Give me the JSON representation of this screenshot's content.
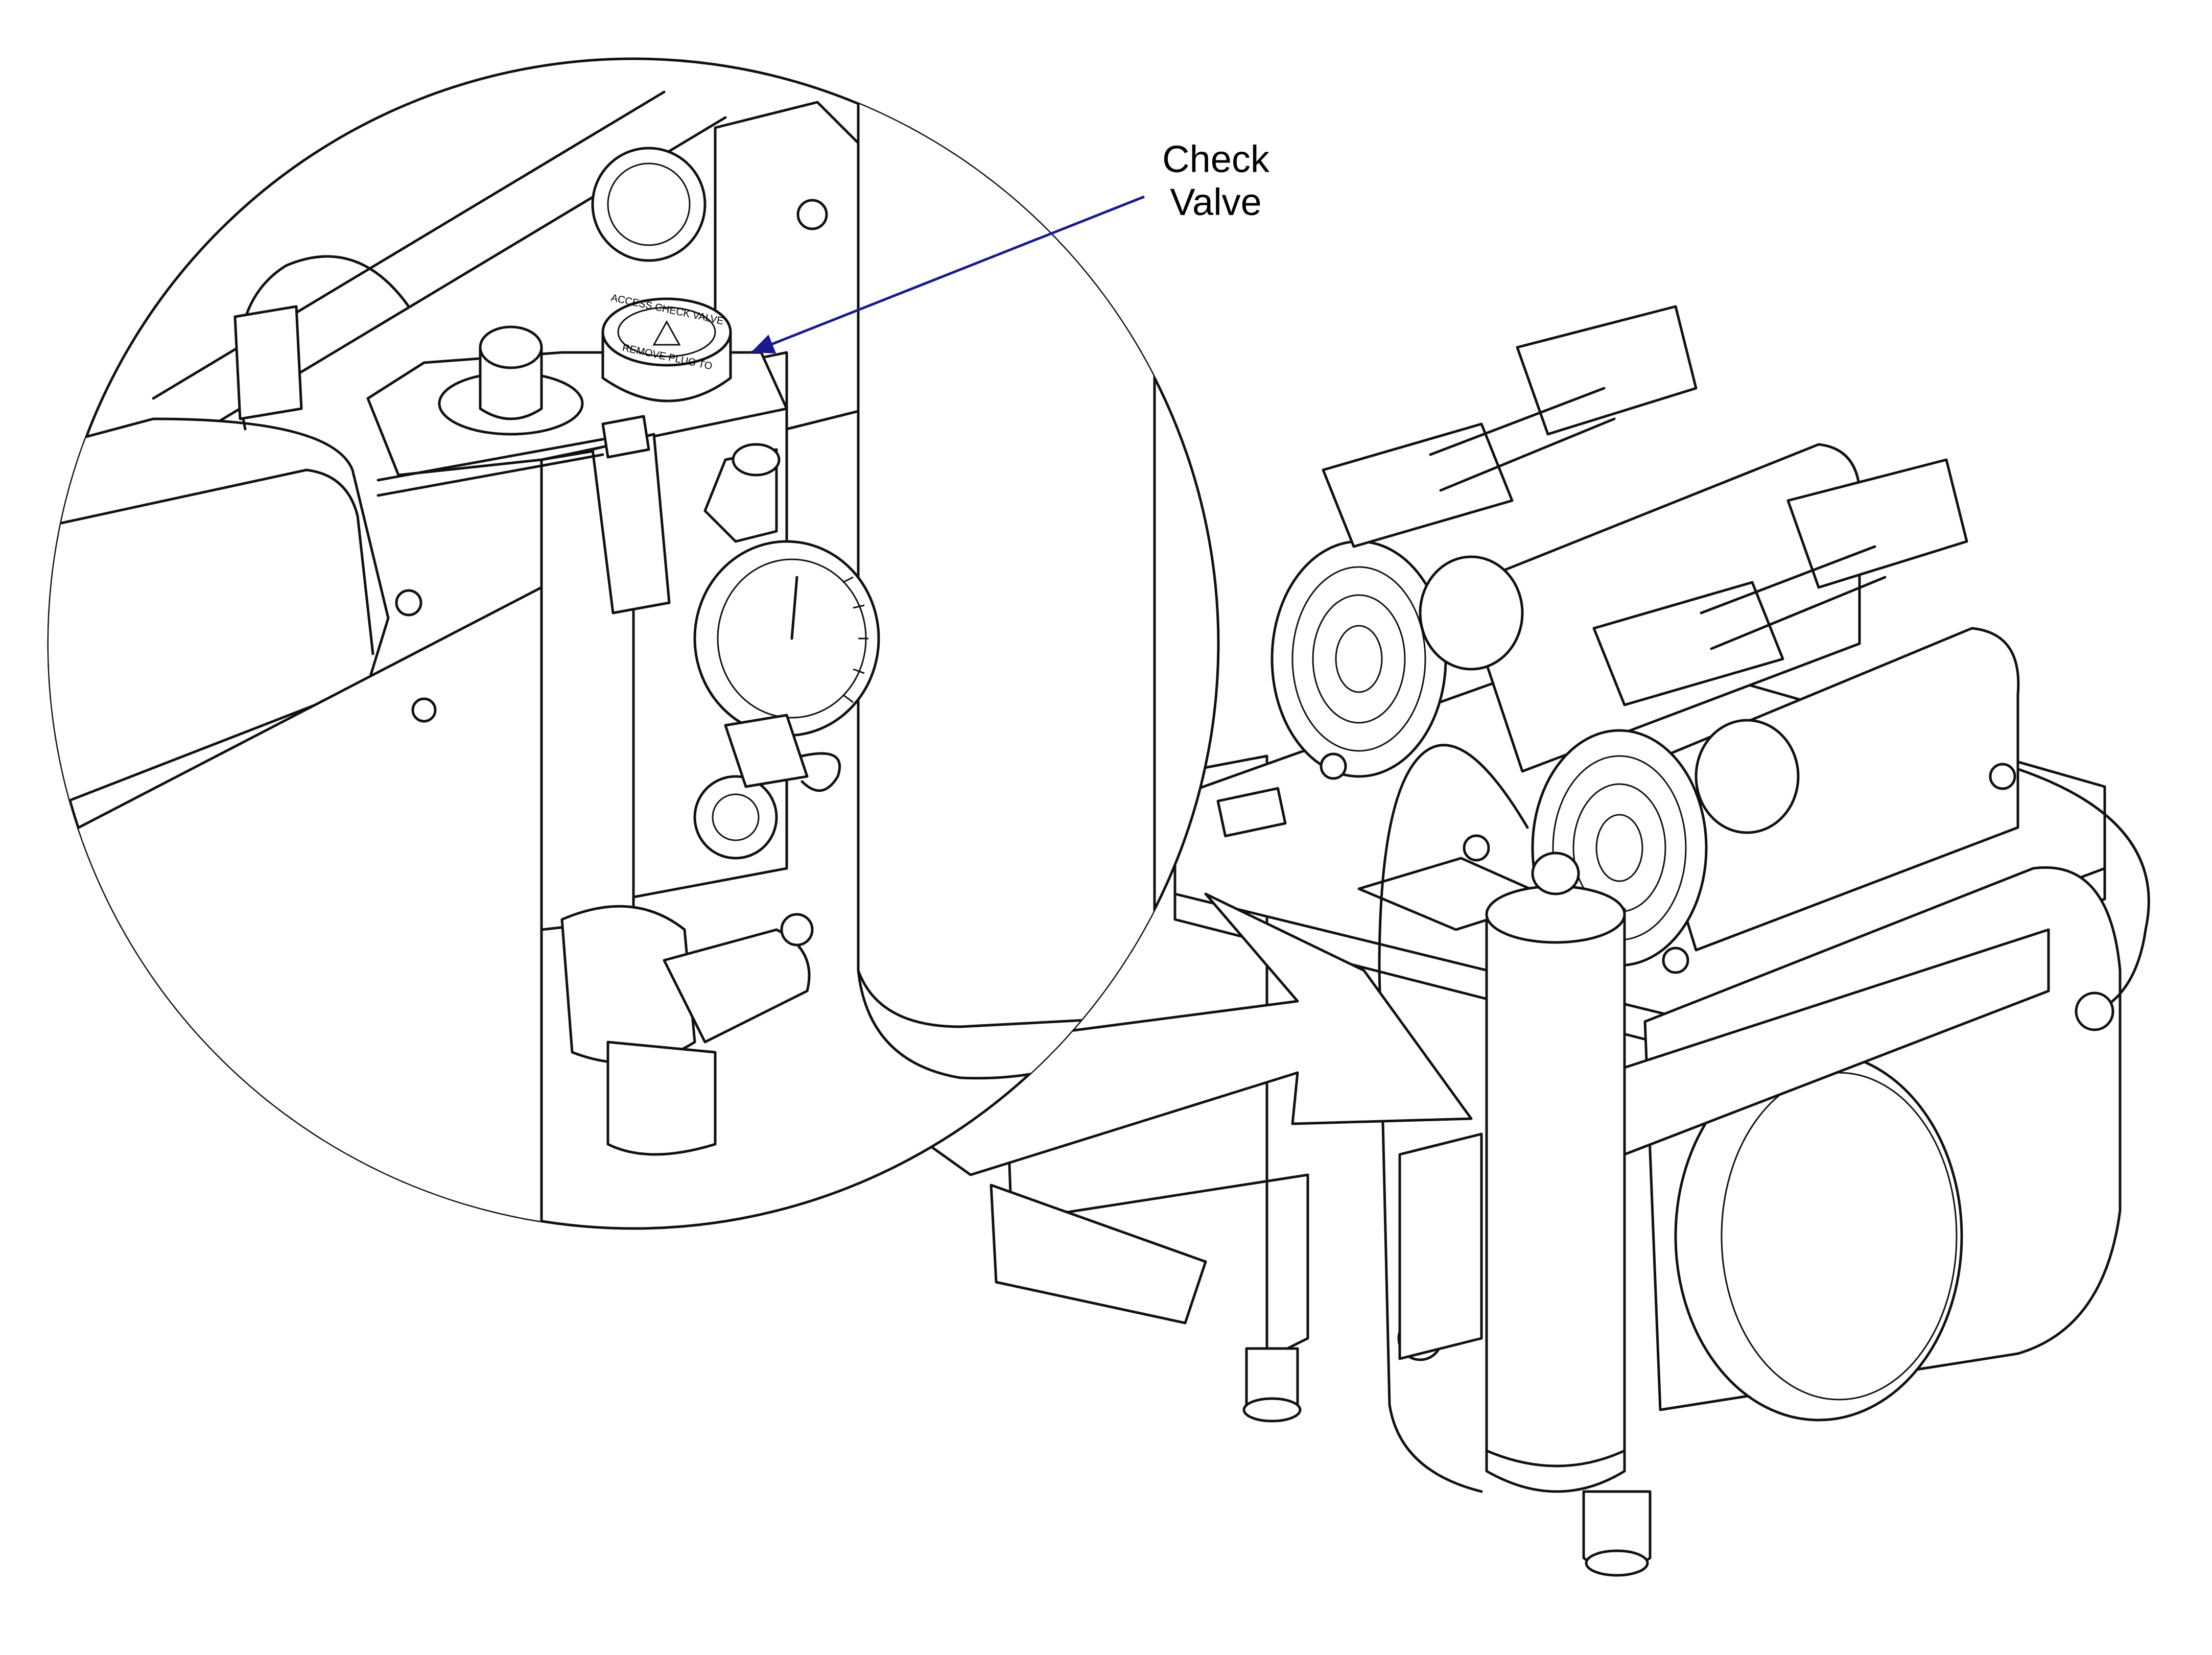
{
  "callout": {
    "line1": "Check",
    "line2": "Valve",
    "color": "#1a1a8c"
  },
  "cap_text": {
    "arc_top": "ACCESS CHECK VALVE",
    "arc_bottom": "REMOVE PLUG TO"
  }
}
